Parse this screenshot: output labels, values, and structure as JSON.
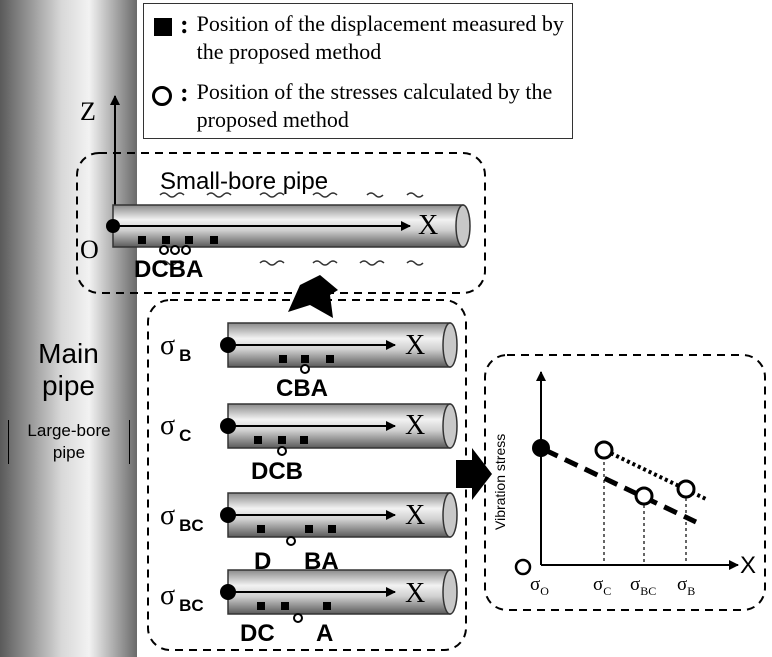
{
  "legend": {
    "displacement": {
      "symbol": "filled-square",
      "text": "Position of the displacement measured by the proposed method"
    },
    "stress": {
      "symbol": "open-circle",
      "text": "Position of the stresses calculated by the proposed method"
    },
    "separator": ":"
  },
  "main_pipe": {
    "line1": "Main",
    "line2": "pipe",
    "sub1": "Large-bore",
    "sub2": "pipe"
  },
  "axes": {
    "z": "Z",
    "origin": "O",
    "x": "X"
  },
  "small_bore": {
    "title": "Small-bore pipe",
    "point_labels": "DCBA"
  },
  "cases": [
    {
      "sigma": "σ",
      "sub": "B",
      "points": "CBA"
    },
    {
      "sigma": "σ",
      "sub": "C",
      "points": "DCB"
    },
    {
      "sigma": "σ",
      "sub": "BC",
      "points_left": "D",
      "points_right": "BA"
    },
    {
      "sigma": "σ",
      "sub": "BC",
      "points_left": "DC",
      "points_right": "A"
    }
  ],
  "graph": {
    "ylabel": "Vibration stress",
    "xlabel": "X",
    "ticks": [
      {
        "sigma": "σ",
        "sub": "O"
      },
      {
        "sigma": "σ",
        "sub": "C"
      },
      {
        "sigma": "σ",
        "sub": "BC"
      },
      {
        "sigma": "σ",
        "sub": "B"
      }
    ]
  },
  "colors": {
    "pipe_dark": "#707070",
    "pipe_light": "#e8e8e8",
    "line": "#000000"
  }
}
